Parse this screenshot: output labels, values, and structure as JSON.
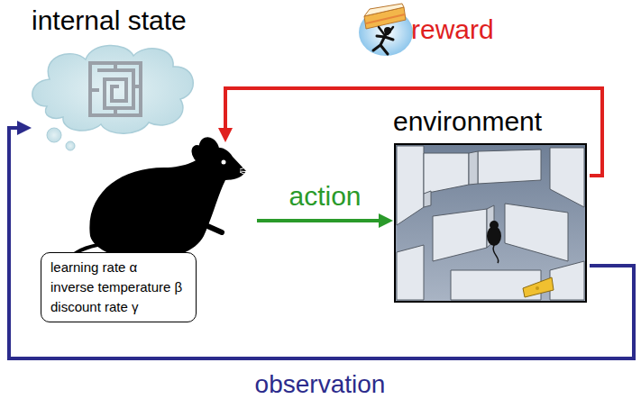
{
  "diagram": {
    "nodes": [
      {
        "text": [
          "internal state"
        ]
      },
      {
        "text": [
          "learning rate α",
          "inverse temperature β",
          "discount rate γ"
        ]
      },
      {
        "text": [
          "environment"
        ]
      }
    ],
    "edges": [
      {
        "from": 1,
        "to": 2,
        "arrow": "to",
        "label": "action"
      },
      {
        "from": 2,
        "to": 1,
        "arrow": "to",
        "label": "reward"
      },
      {
        "from": 2,
        "to": 0,
        "arrow": "to",
        "label": "observation"
      }
    ]
  }
}
